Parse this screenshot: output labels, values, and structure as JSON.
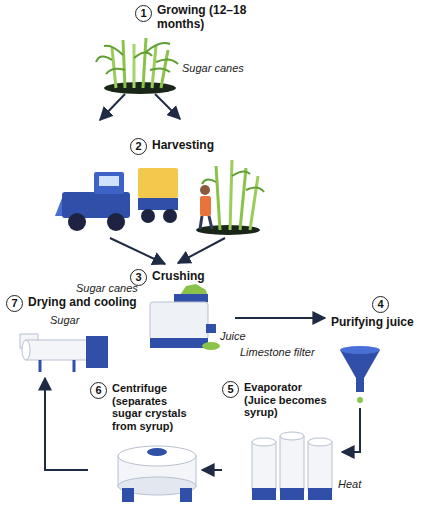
{
  "diagram": {
    "nodes": [
      {
        "text": [
          "1",
          "Growing (12–18 months)"
        ]
      },
      {
        "text": [
          "2",
          "Harvesting"
        ]
      },
      {
        "text": [
          "3",
          "Crushing"
        ]
      },
      {
        "text": [
          "4",
          "Purifying juice"
        ]
      },
      {
        "text": [
          "5",
          "Evaporator (Juice becomes syrup)"
        ]
      },
      {
        "text": [
          "6",
          "Centrifuge (separates sugar crystals from syrup)"
        ]
      },
      {
        "text": [
          "7",
          "Drying and cooling"
        ]
      }
    ],
    "edges": [
      {
        "from": 0,
        "to": 1,
        "arrow": "to"
      },
      {
        "from": 1,
        "to": 2,
        "arrow": "to"
      },
      {
        "from": 2,
        "to": 3,
        "arrow": "to"
      },
      {
        "from": 3,
        "to": 4,
        "arrow": "to"
      },
      {
        "from": 4,
        "to": 5,
        "arrow": "to"
      },
      {
        "from": 5,
        "to": 6,
        "arrow": "to"
      }
    ],
    "labels": [
      "Sugar canes",
      "Sugar canes",
      "Juice",
      "Limestone filter",
      "Heat",
      "Sugar"
    ]
  }
}
